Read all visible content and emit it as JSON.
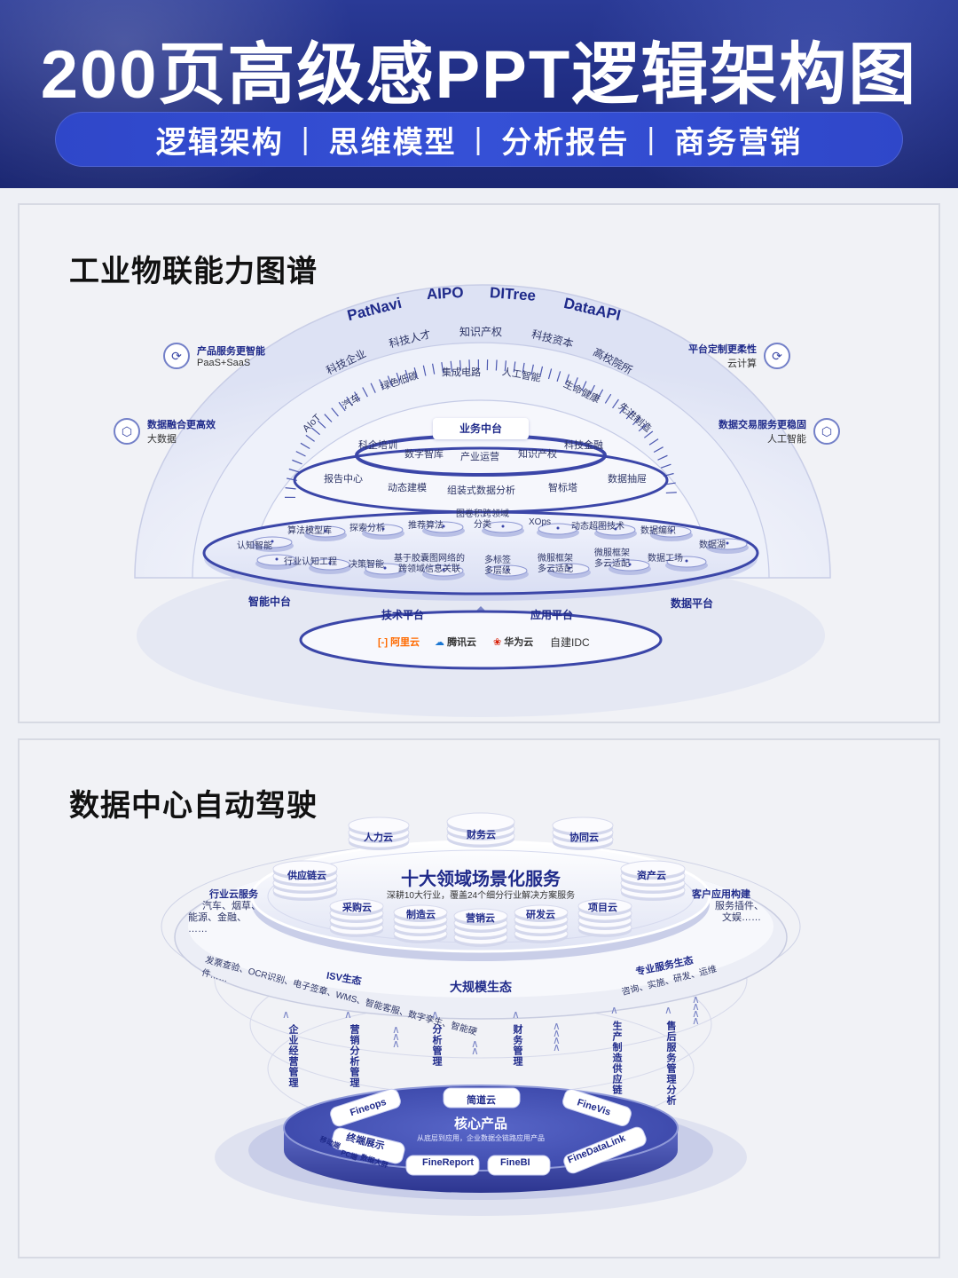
{
  "banner": {
    "title": "200页高级感PPT逻辑架构图",
    "tags": [
      "逻辑架构",
      "思维模型",
      "分析报告",
      "商务营销"
    ],
    "separator": "|"
  },
  "panel1": {
    "title": "工业物联能力图谱",
    "outer_arc": [
      "PatNavi",
      "AIPO",
      "DITree",
      "DataAPI"
    ],
    "second_arc": [
      "科技企业",
      "科技人才",
      "知识产权",
      "科技资本",
      "高校院所"
    ],
    "third_arc": [
      "AIoT",
      "汽车",
      "绿色低碳",
      "集成电路",
      "人工智能",
      "生命健康",
      "先进制造"
    ],
    "left_cards": [
      {
        "title": "产品服务更智能",
        "sub": "PaaS+SaaS",
        "icon": "cycle-icon"
      },
      {
        "title": "数据融合更高效",
        "sub": "大数据",
        "icon": "cube-icon"
      }
    ],
    "right_cards": [
      {
        "title": "平台定制更柔性",
        "sub": "云计算",
        "icon": "cycle-icon"
      },
      {
        "title": "数据交易服务更稳固",
        "sub": "人工智能",
        "icon": "cube-icon"
      }
    ],
    "business": {
      "title": "业务中台",
      "items": [
        "科企培训",
        "数字智库",
        "产业运营",
        "知识产权",
        "科技金融"
      ]
    },
    "middle_ring": [
      "报告中心",
      "动态建模",
      "组装式数据分析",
      "智标塔",
      "数据抽屉"
    ],
    "tech_row1": [
      "算法模型库",
      "探索分析",
      "推荐算法",
      "图卷积跨领域分类",
      "XOps",
      "动态超图技术",
      "数据编织"
    ],
    "tech_row2": [
      "认知智能",
      "行业认知工程",
      "决策智能",
      "基于胶囊图网络的跨领域信息关联",
      "多标签多层级",
      "微服框架多云适配",
      "微服框架多云适配",
      "数据工场",
      "数据湖"
    ],
    "platforms": [
      "智能中台",
      "技术平台",
      "应用平台",
      "数据平台"
    ],
    "clouds": [
      {
        "name": "阿里云",
        "icon": "aliyun-icon",
        "color": "#ff6a00"
      },
      {
        "name": "腾讯云",
        "icon": "tencent-cloud-icon",
        "color": "#1a76d2"
      },
      {
        "name": "华为云",
        "icon": "huawei-icon",
        "color": "#d81e06"
      },
      {
        "name": "自建IDC",
        "icon": "",
        "color": "#333333"
      }
    ]
  },
  "panel2": {
    "title": "数据中心自动驾驶",
    "top_stacks": [
      "人力云",
      "财务云",
      "协同云",
      "供应链云",
      "资产云"
    ],
    "inner_stacks": [
      "采购云",
      "制造云",
      "营销云",
      "研发云",
      "项目云"
    ],
    "center": {
      "title": "十大领域场景化服务",
      "sub": "深耕10大行业，覆盖24个细分行业解决方案服务"
    },
    "left_note": {
      "title": "行业云服务",
      "lines": [
        "汽车、烟草、",
        "能源、金融、",
        "……"
      ]
    },
    "right_note": {
      "title": "客户应用构建",
      "lines": [
        "服务插件、",
        "文娱……"
      ]
    },
    "ring": {
      "left": "发票查验、OCR识别、电子签章、WMS、智能客服、数字孪生、智能硬件……",
      "isv": "ISV生态",
      "center": "大规模生态",
      "right_title": "专业服务生态",
      "right": "咨询、实施、研发、运维"
    },
    "pillars": [
      "企业经营管理",
      "营销分析管理",
      "分析管理",
      "财务管理",
      "生产制造供应链",
      "售后服务管理分析"
    ],
    "core": {
      "title": "核心产品",
      "sub": "从底层到应用，企业数据全链路应用产品",
      "segments": [
        "简道云",
        "FineVis",
        "FineDataLink",
        "FineBI",
        "FineReport",
        "终端展示",
        "Fineops"
      ],
      "terminal_items": [
        "移动端",
        "PC端",
        "数据大屏"
      ]
    }
  }
}
